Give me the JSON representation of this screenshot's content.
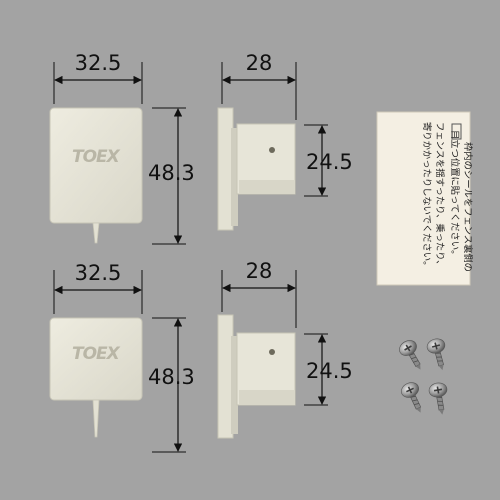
{
  "brand": "TOEX",
  "dimensions": {
    "cap_width": "32.5",
    "cap_height": "48.3",
    "bracket_width": "28",
    "bracket_height": "24.5"
  },
  "instruction_label": {
    "lines": [
      "枠内のシールをフェンス裏側の",
      "目立つ位置に貼ってください。",
      "フェンスを揺すったり、乗ったり、",
      "寄りかかったりしないでください。"
    ]
  },
  "screw_count": 4,
  "colors": {
    "background": "#a3a3a3",
    "part": "#e7e5d8",
    "part_shadow": "#cfcdbf",
    "label": "#f4efe3",
    "screw": "#9c9c9c",
    "dimension_line": "#111111"
  }
}
